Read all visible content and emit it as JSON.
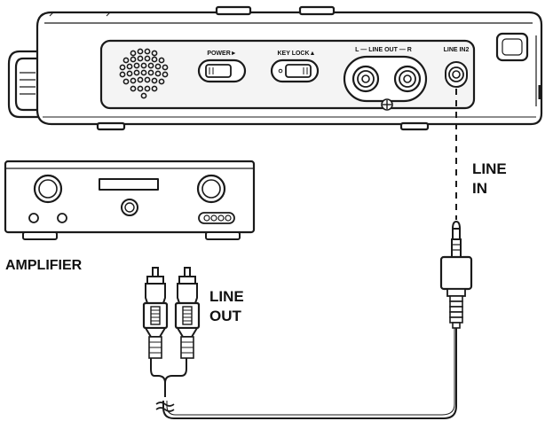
{
  "device": {
    "switches": {
      "power_label": "POWER►",
      "keylock_label": "KEY LOCK▲"
    },
    "lineout_label": "L — LINE OUT — R",
    "linein2_label": "LINE IN2"
  },
  "labels": {
    "line_in": [
      "LINE",
      "IN"
    ],
    "line_out": [
      "LINE",
      "OUT"
    ],
    "amplifier": "AMPLIFIER"
  },
  "colors": {
    "stroke": "#1a1a1a",
    "device_fill": "#ffffff",
    "panel_fill": "#f4f4f4"
  }
}
